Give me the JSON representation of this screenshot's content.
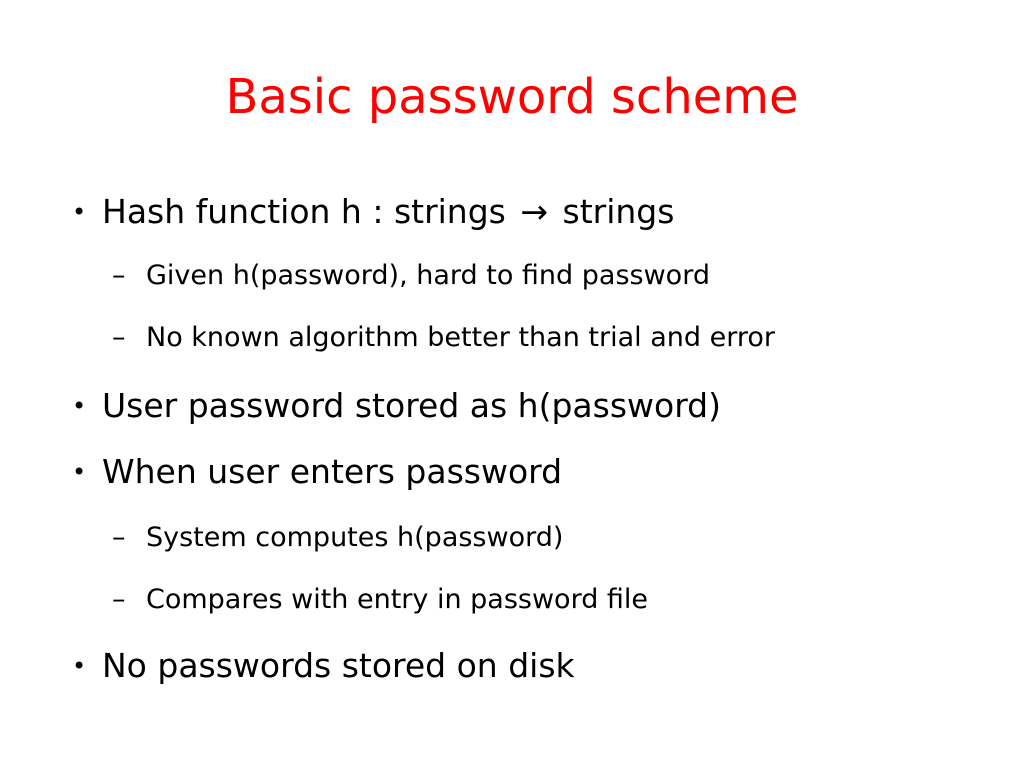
{
  "slide": {
    "title": "Basic password scheme",
    "title_color": "#ff0000",
    "bullet_marker": "•",
    "dash_marker": "–",
    "items": [
      {
        "pre": "Hash function  h : strings ",
        "arrow": "→",
        "post": " strings",
        "subitems": [
          "Given h(password), hard to find password",
          "No known algorithm better than trial and error"
        ]
      },
      {
        "text": "User password stored as h(password)"
      },
      {
        "text": "When user enters password",
        "subitems": [
          "System computes h(password)",
          "Compares with entry in password file"
        ]
      },
      {
        "text": "No passwords stored on disk"
      }
    ]
  }
}
